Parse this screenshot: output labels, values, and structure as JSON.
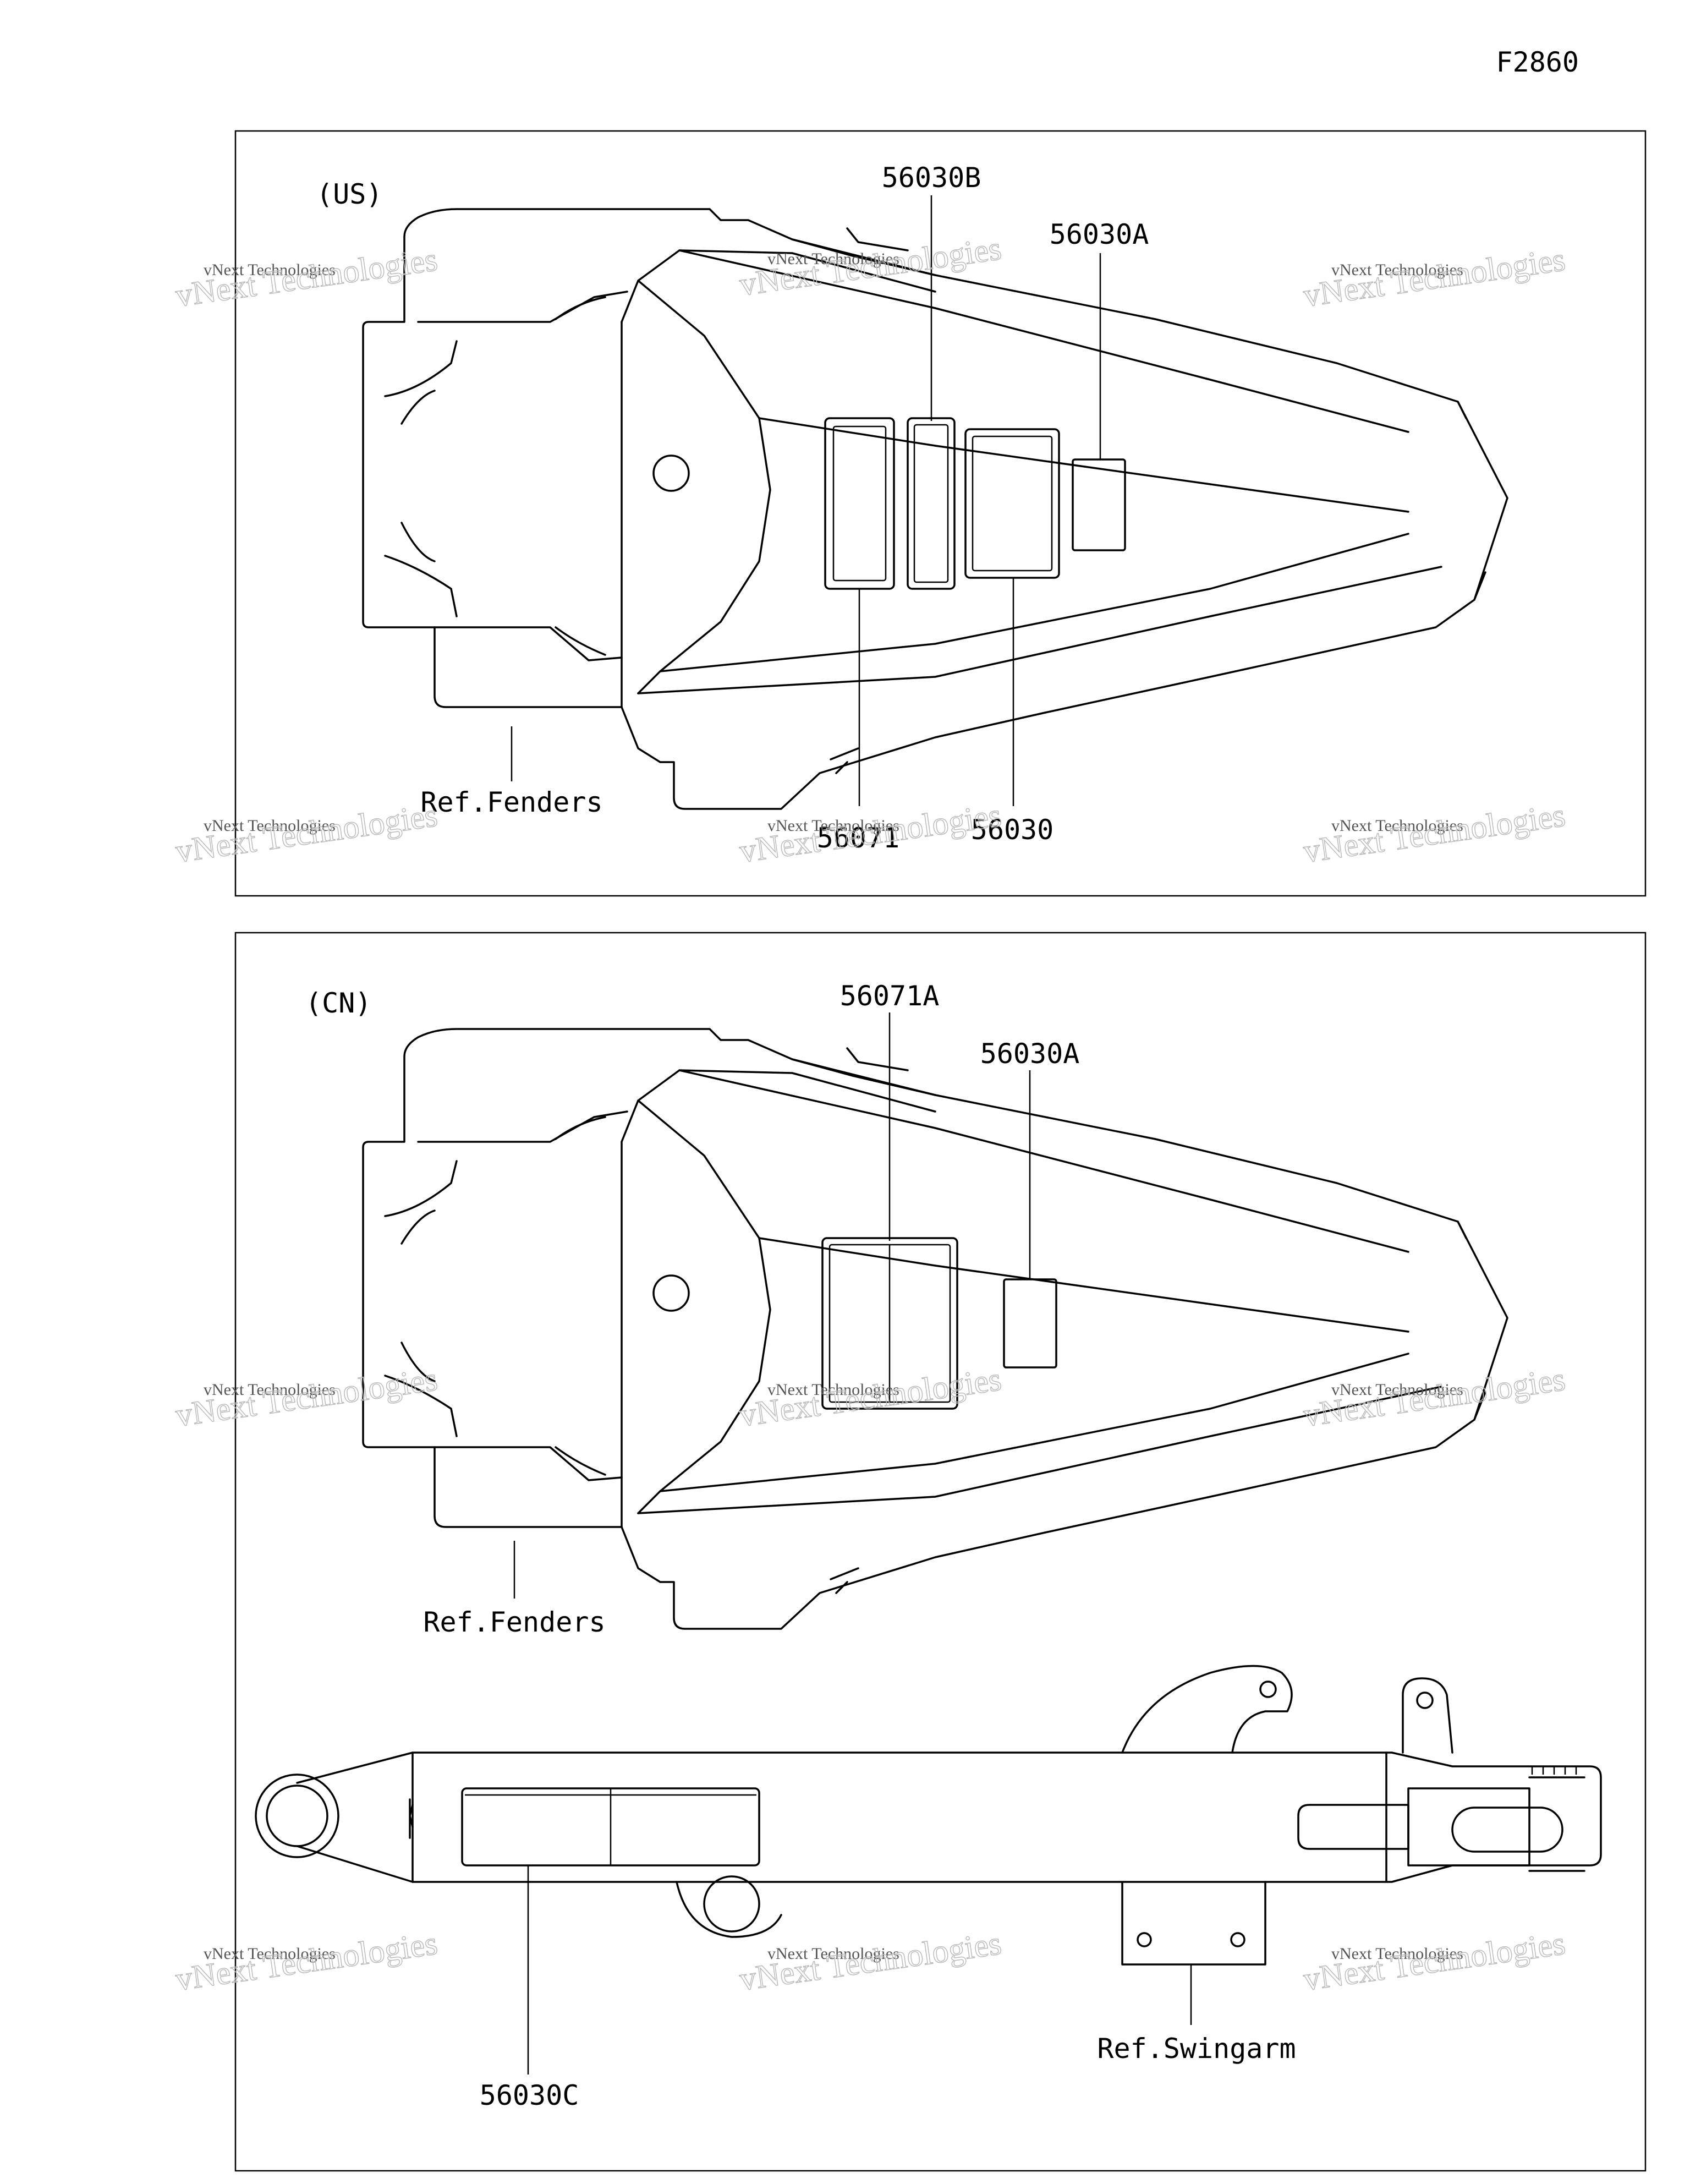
{
  "figure_code": "F2860",
  "sections": {
    "us": {
      "region": "(US)",
      "parts": {
        "p1": "56030B",
        "p2": "56030A",
        "p3": "56071",
        "p4": "56030"
      },
      "ref": "Ref.Fenders"
    },
    "cn": {
      "region": "(CN)",
      "parts": {
        "p1": "56071A",
        "p2": "56030A",
        "p3": "56030C"
      },
      "ref_fenders": "Ref.Fenders",
      "ref_swingarm": "Ref.Swingarm"
    }
  },
  "watermark": {
    "line1": "vNext Technologies",
    "line2": "vNext Technologies"
  }
}
